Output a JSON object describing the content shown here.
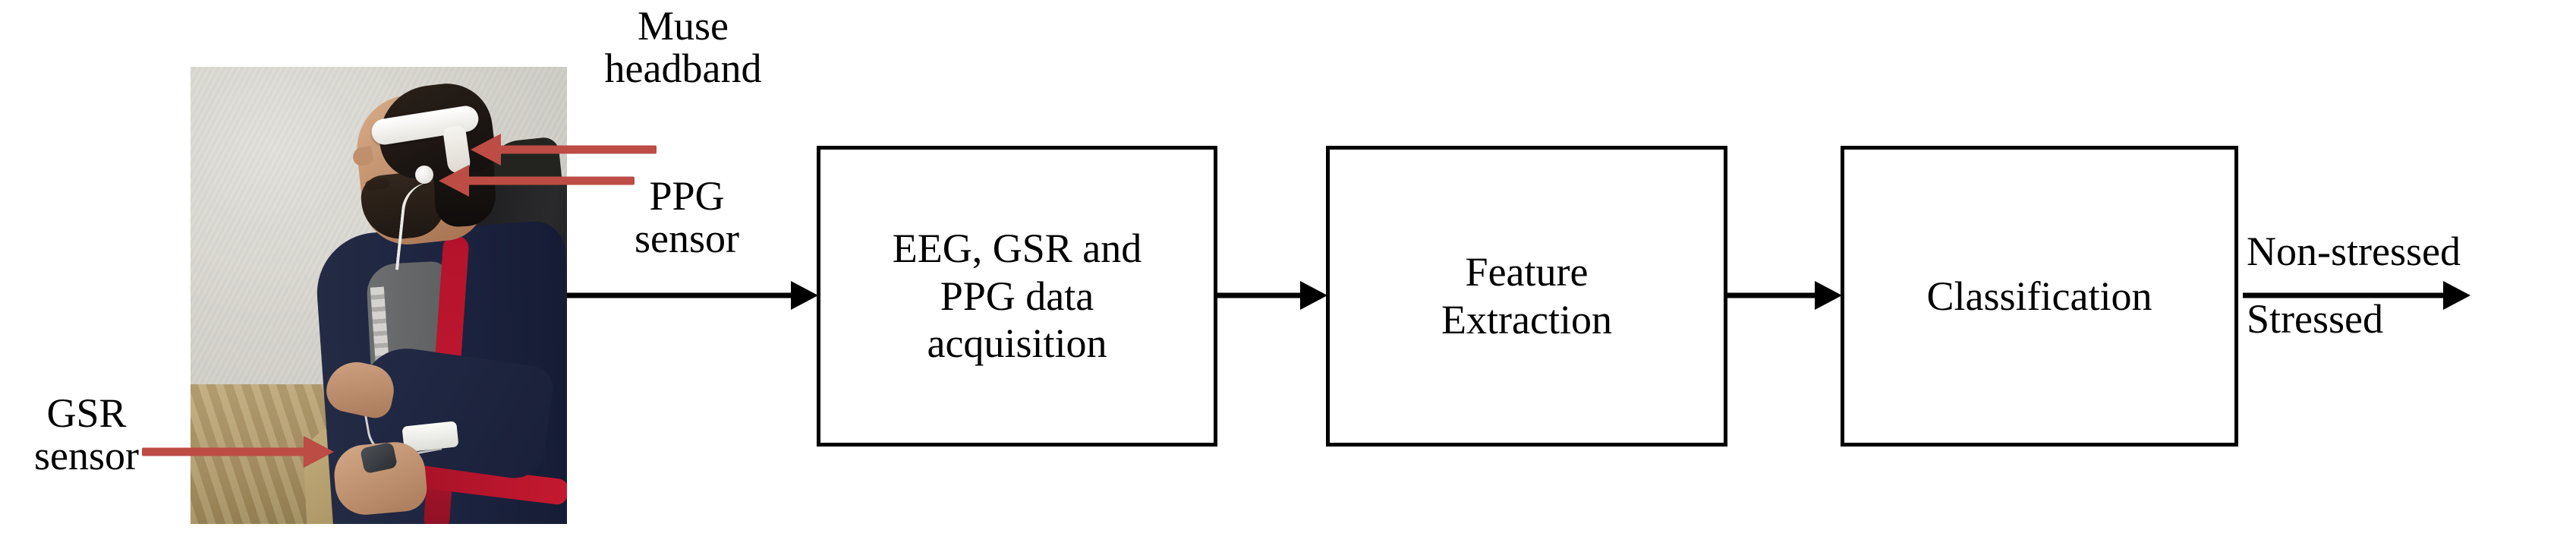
{
  "figure": {
    "type": "system-block-diagram",
    "colors": {
      "annotation_arrow": "#bc4c44",
      "flow_arrow": "#000000",
      "box_border": "#000000",
      "background": "#ffffff"
    }
  },
  "photo": {
    "caption": "Seated participant wearing Muse headband, PPG ear sensor and GSR finger sensor"
  },
  "annotations": [
    {
      "id": "muse",
      "label": "Muse\nheadband",
      "direction": "left"
    },
    {
      "id": "ppg",
      "label": "PPG\nsensor",
      "direction": "left"
    },
    {
      "id": "gsr",
      "label": "GSR\nsensor",
      "direction": "right"
    }
  ],
  "pipeline": {
    "boxes": [
      {
        "id": "acquisition",
        "label": "EEG, GSR and\nPPG data\nacquisition"
      },
      {
        "id": "feature-extraction",
        "label": "Feature\nExtraction"
      },
      {
        "id": "classification",
        "label": "Classification"
      }
    ],
    "arrows": [
      {
        "id": "photo-to-acquisition",
        "label": ""
      },
      {
        "id": "acquisition-to-feature",
        "label": ""
      },
      {
        "id": "feature-to-classification",
        "label": ""
      },
      {
        "id": "classification-output",
        "label": ""
      }
    ],
    "output": {
      "above": "Non-stressed",
      "below": "Stressed"
    }
  }
}
